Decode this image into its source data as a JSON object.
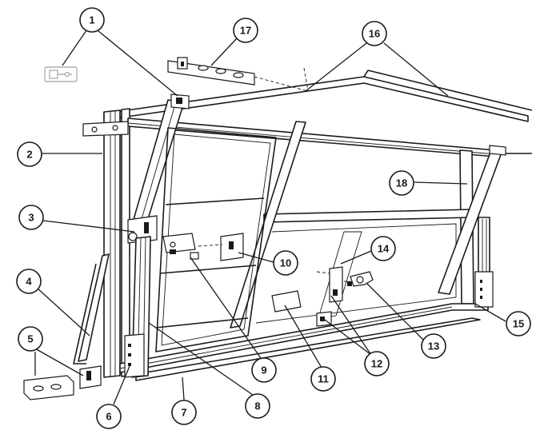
{
  "diagram": {
    "callouts": [
      {
        "label": "1"
      },
      {
        "label": "2"
      },
      {
        "label": "3"
      },
      {
        "label": "4"
      },
      {
        "label": "5"
      },
      {
        "label": "6"
      },
      {
        "label": "7"
      },
      {
        "label": "8"
      },
      {
        "label": "9"
      },
      {
        "label": "10"
      },
      {
        "label": "11"
      },
      {
        "label": "12"
      },
      {
        "label": "13"
      },
      {
        "label": "14"
      },
      {
        "label": "15"
      },
      {
        "label": "16"
      },
      {
        "label": "17"
      },
      {
        "label": "18"
      }
    ],
    "colors": {
      "line": "#1a1a1a",
      "background": "#ffffff",
      "accessory": "#8a8a8a"
    }
  }
}
